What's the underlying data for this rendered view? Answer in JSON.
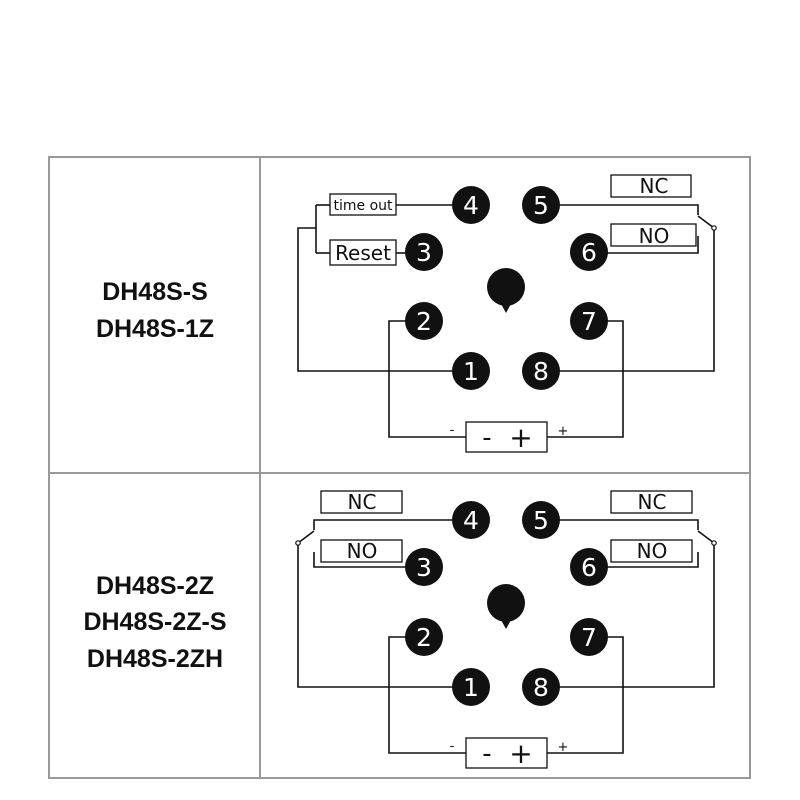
{
  "rows": [
    {
      "models": [
        "DH48S-S",
        "DH48S-1Z"
      ],
      "pins": [
        "4",
        "5",
        "3",
        "6",
        "2",
        "7",
        "1",
        "8"
      ],
      "contact_labels": {
        "pin4": "time out",
        "pin3": "Reset",
        "right_top": "NC",
        "right_bottom": "NO"
      },
      "supply": {
        "minus_small": "-",
        "plus_small": "+",
        "box_minus": "-",
        "box_plus": "+"
      }
    },
    {
      "models": [
        "DH48S-2Z",
        "DH48S-2Z-S",
        "DH48S-2ZH"
      ],
      "pins": [
        "4",
        "5",
        "3",
        "6",
        "2",
        "7",
        "1",
        "8"
      ],
      "contact_labels": {
        "left_top": "NC",
        "left_bottom": "NO",
        "right_top": "NC",
        "right_bottom": "NO"
      },
      "supply": {
        "minus_small": "-",
        "plus_small": "+",
        "box_minus": "-",
        "box_plus": "+"
      }
    }
  ],
  "colors": {
    "grid": "#999999",
    "ink": "#111111",
    "pin_fill": "#111111",
    "pin_text": "#ffffff"
  }
}
